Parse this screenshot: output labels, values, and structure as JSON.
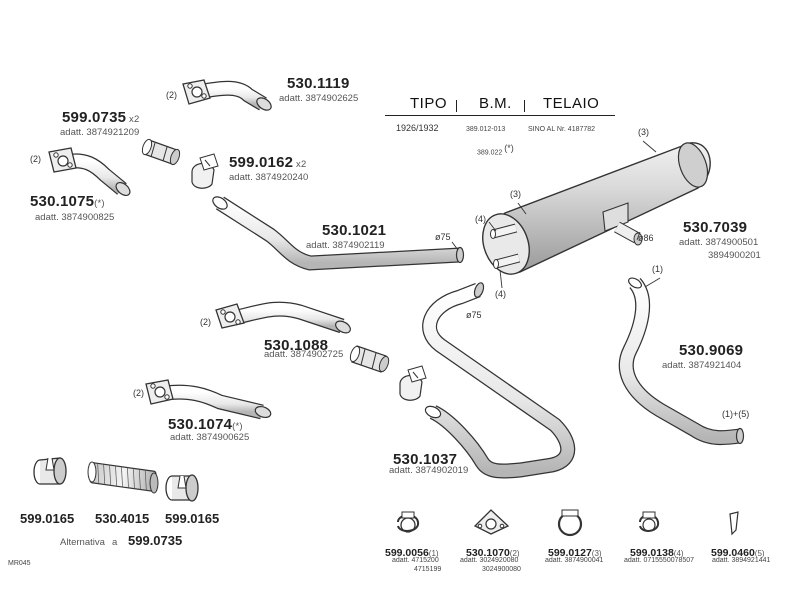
{
  "table": {
    "headers": [
      "TIPO",
      "B.M.",
      "TELAIO"
    ],
    "tipo": "1926/1932",
    "bm1": "389.012-013",
    "bm2": "389.022",
    "bm2_mark": "(*)",
    "telaio": "SINO AL Nr. 4187782"
  },
  "parts": {
    "p5301119": {
      "code": "530.1119",
      "adatt": "adatt. 3874902625",
      "qty": "(2)"
    },
    "p5990735": {
      "code": "599.0735",
      "suffix": "x2",
      "adatt": "adatt. 3874921209"
    },
    "p5301075": {
      "code": "530.1075",
      "mark": "(*)",
      "adatt": "adatt. 3874900825",
      "qty": "(2)"
    },
    "p5990162": {
      "code": "599.0162",
      "suffix": "x2",
      "adatt": "adatt. 3874920240"
    },
    "p5301021": {
      "code": "530.1021",
      "adatt": "adatt. 3874902119",
      "dia": "ø75"
    },
    "p5307039": {
      "code": "530.7039",
      "adatt1": "adatt. 3874900501",
      "adatt2": "3894900201",
      "dia": "ø86",
      "q3a": "(3)",
      "q3b": "(3)",
      "q4a": "(4)",
      "q4b": "(4)"
    },
    "p5301088": {
      "code": "530.1088",
      "adatt": "adatt. 3874902725",
      "qty": "(2)",
      "dia": "ø75"
    },
    "p5309069": {
      "code": "530.9069",
      "adatt": "adatt. 3874921404",
      "q1": "(1)",
      "q15": "(1)+(5)"
    },
    "p5301074": {
      "code": "530.1074",
      "mark": "(*)",
      "adatt": "adatt. 3874900625",
      "qty": "(2)"
    },
    "p5301037": {
      "code": "530.1037",
      "adatt": "adatt. 3874902019"
    }
  },
  "bottom_left": {
    "c1": "599.0165",
    "c2": "530.4015",
    "c3": "599.0165",
    "alt_label": "Alternativa",
    "alt_a": "a",
    "alt_code": "599.0735"
  },
  "fittings": [
    {
      "code": "599.0056",
      "q": "(1)",
      "ad1": "adatt. 4715200",
      "ad2": "4715199"
    },
    {
      "code": "530.1070",
      "q": "(2)",
      "ad1": "adatt. 3024920080",
      "ad2": "3024900080"
    },
    {
      "code": "599.0127",
      "q": "(3)",
      "ad1": "adatt. 3874900041",
      "ad2": ""
    },
    {
      "code": "599.0138",
      "q": "(4)",
      "ad1": "adatt. 0715550078507",
      "ad2": ""
    },
    {
      "code": "599.0460",
      "q": "(5)",
      "ad1": "adatt. 3894921441",
      "ad2": ""
    }
  ],
  "ref": "MR045"
}
